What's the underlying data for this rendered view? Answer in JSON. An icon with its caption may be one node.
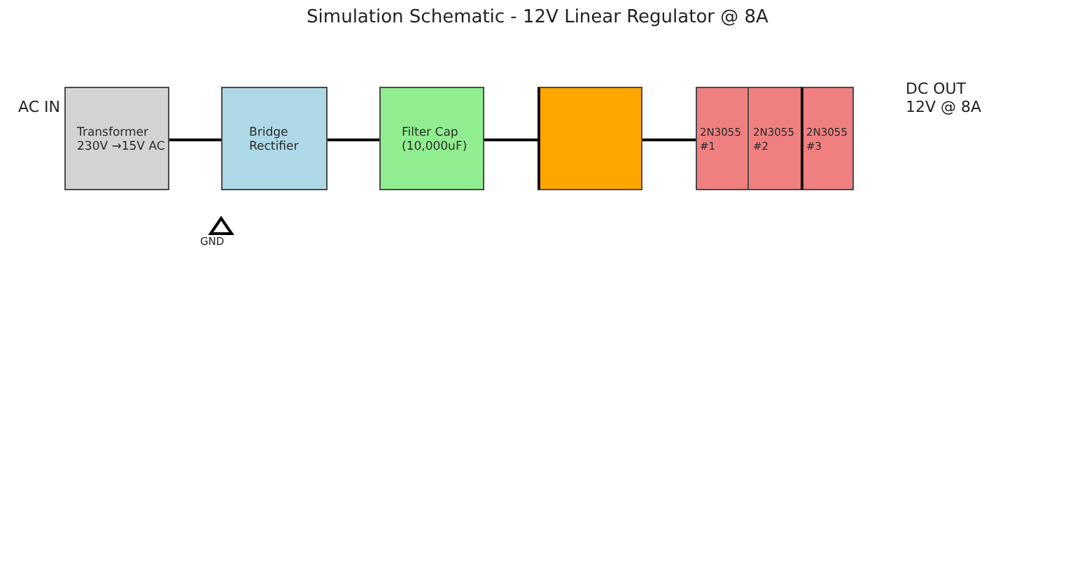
{
  "diagram": {
    "title": "Simulation Schematic - 12V Linear Regulator @ 8A",
    "nodes": [
      {
        "text": [
          "Transformer 230V →15V AC"
        ]
      },
      {
        "text": [
          "Bridge Rectifier"
        ]
      },
      {
        "text": [
          "Filter Cap (10,000uF)"
        ]
      },
      {
        "text": [],
        "shape": "box"
      },
      {
        "text": [
          "2N3055 #1"
        ]
      },
      {
        "text": [
          "2N3055 #2"
        ]
      },
      {
        "text": [
          "2N3055 #3"
        ]
      }
    ],
    "edges": [
      {
        "from": 0,
        "to": 1,
        "arrow": "none"
      },
      {
        "from": 1,
        "to": 2,
        "arrow": "none"
      },
      {
        "from": 2,
        "to": 3,
        "arrow": "none"
      },
      {
        "from": 3,
        "to": 4,
        "arrow": "none"
      }
    ],
    "labels": [
      "AC IN",
      "DC OUT 12V @ 8A",
      "GND"
    ]
  }
}
